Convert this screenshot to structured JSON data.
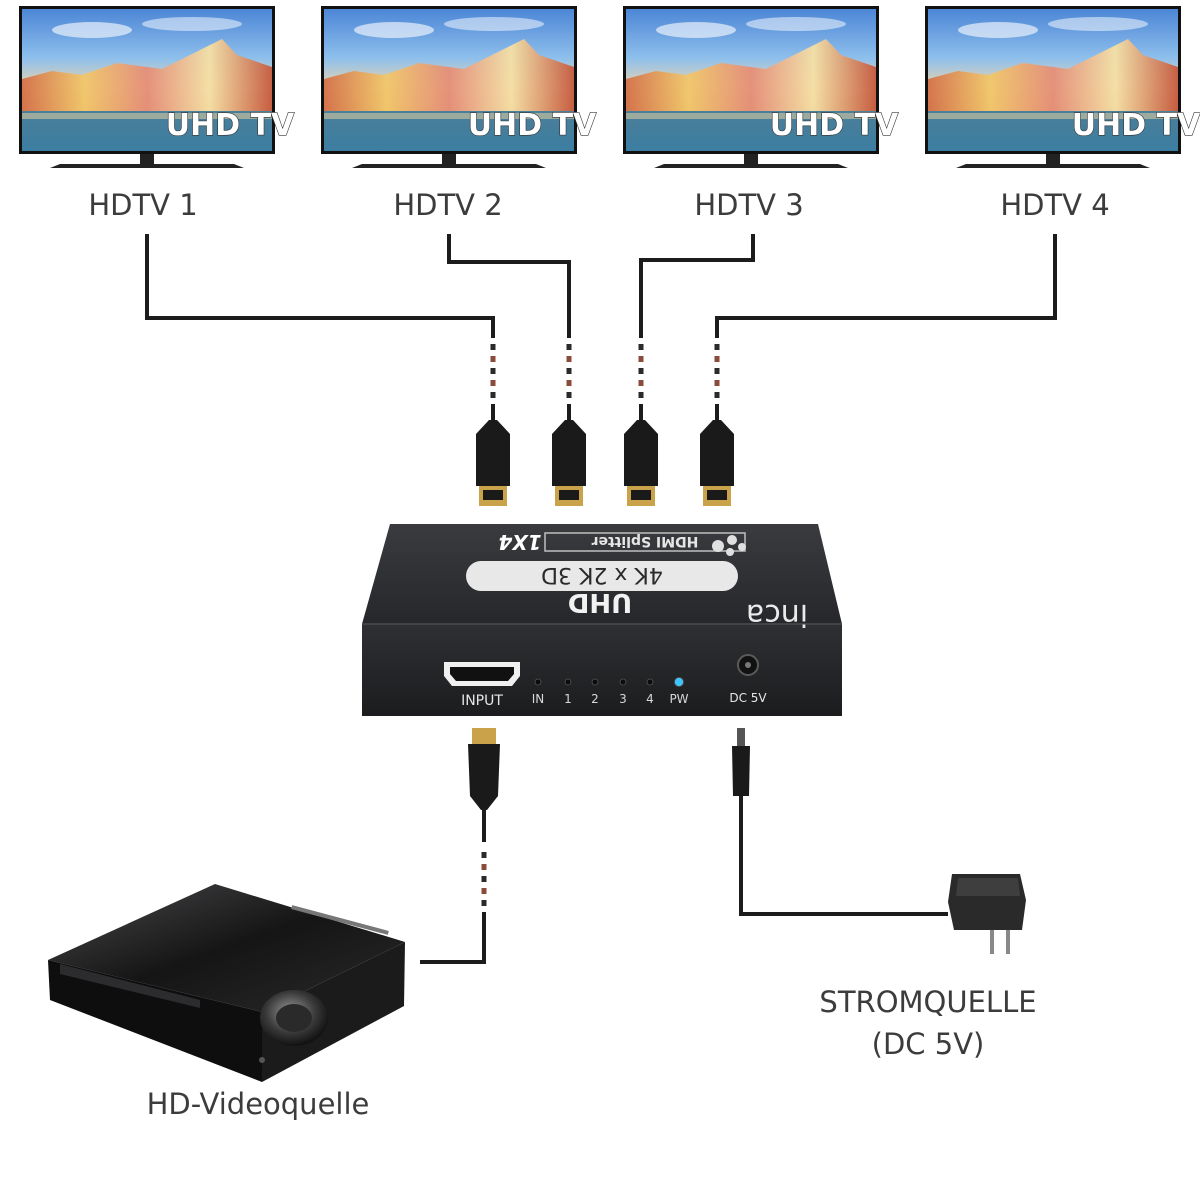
{
  "tvs": [
    {
      "label": "HDTV 1",
      "screen_text": "UHD TV"
    },
    {
      "label": "HDTV 2",
      "screen_text": "UHD TV"
    },
    {
      "label": "HDTV 3",
      "screen_text": "UHD TV"
    },
    {
      "label": "HDTV 4",
      "screen_text": "UHD TV"
    }
  ],
  "splitter": {
    "title_badge": "1X4",
    "title_text": "HDMI Splitter",
    "resolution": "4K x 2K 3D",
    "uhd_label": "UHD",
    "brand": "inca",
    "input_label": "INPUT",
    "leds": [
      "IN",
      "1",
      "2",
      "3",
      "4",
      "PW"
    ],
    "dc_label": "DC 5V"
  },
  "power_source": {
    "line1": "STROMQUELLE",
    "line2": "(DC 5V)"
  },
  "video_source": {
    "label": "HD-Videoquelle"
  },
  "colors": {
    "cable": "#1c1c1c",
    "device": "#2e2f31",
    "pw_led": "#3ec5ff",
    "gold": "#c9a24a"
  }
}
